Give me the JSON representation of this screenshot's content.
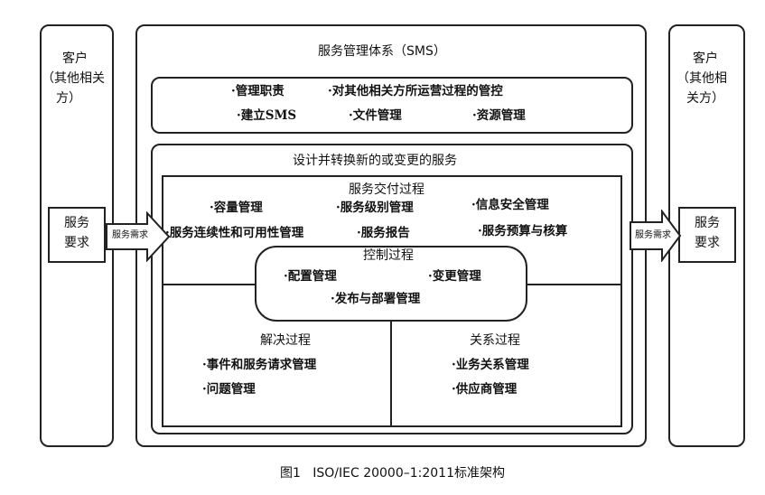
{
  "customer_left": {
    "line1": "客户",
    "line2": "（其他相关",
    "line3": "方）"
  },
  "customer_right": {
    "line1": "客户",
    "line2": "（其他相",
    "line3": "关方）"
  },
  "service_request": {
    "line1": "服务",
    "line2": "要求"
  },
  "service_demand": "服务需求",
  "sms": {
    "title": "服务管理体系（SMS）",
    "items": [
      "·管理职责",
      "·对其他相关方所运营过程的管控",
      "·建立SMS",
      "·文件管理",
      "·资源管理"
    ]
  },
  "design": {
    "title": "设计并转换新的或变更的服务"
  },
  "delivery": {
    "title": "服务交付过程",
    "items": [
      "·容量管理",
      "·服务级别管理",
      "·信息安全管理",
      "·服务连续性和可用性管理",
      "·服务报告",
      "·服务预算与核算"
    ]
  },
  "control": {
    "title": "控制过程",
    "items": [
      "·配置管理",
      "·变更管理",
      "·发布与部署管理"
    ]
  },
  "resolution": {
    "title": "解决过程",
    "items": [
      "·事件和服务请求管理",
      "·问题管理"
    ]
  },
  "relationship": {
    "title": "关系过程",
    "items": [
      "·业务关系管理",
      "·供应商管理"
    ]
  },
  "caption": "图1   ISO/IEC 20000–1:2011标准架构"
}
